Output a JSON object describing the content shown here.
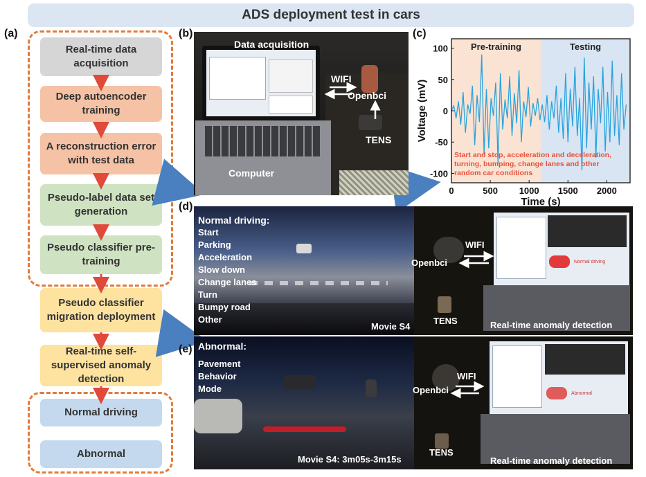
{
  "title": "ADS deployment test in cars",
  "panels": {
    "a": "(a)",
    "b": "(b)",
    "c": "(c)",
    "d": "(d)",
    "e": "(e)"
  },
  "flow": [
    {
      "label": "Real-time data acquisition"
    },
    {
      "label": "Deep autoencoder training"
    },
    {
      "label": "A reconstruction error with test data"
    },
    {
      "label": "Pseudo-label data set generation"
    },
    {
      "label": "Pseudo classifier pre-training"
    },
    {
      "label": "Pseudo classifier migration deployment"
    },
    {
      "label": "Real-time self-supervised anomaly detection"
    },
    {
      "label": "Normal driving"
    },
    {
      "label": "Abnormal"
    }
  ],
  "panel_b": {
    "data_acquisition": "Data acquisition",
    "wifi": "WIFI",
    "openbci": "Openbci",
    "tens": "TENS",
    "computer": "Computer"
  },
  "chart_data": {
    "type": "line",
    "title": "",
    "xlabel": "Time (s)",
    "ylabel": "Voltage (mV)",
    "xlim": [
      0,
      2300
    ],
    "ylim": [
      -115,
      115
    ],
    "xticks": [
      0,
      500,
      1000,
      1500,
      2000
    ],
    "yticks": [
      -100,
      -50,
      0,
      50,
      100
    ],
    "regions": [
      {
        "label": "Pre-training",
        "x": [
          0,
          1150
        ],
        "color": "#fbe3d4"
      },
      {
        "label": "Testing",
        "x": [
          1150,
          2300
        ],
        "color": "#d9e5f3"
      }
    ],
    "annotation": "Start and stop, acceleration and deceleration, turning, bumping, change lanes and other random car conditions",
    "series": [
      {
        "color": "#29a3dc",
        "x": [
          0,
          30,
          60,
          90,
          120,
          150,
          180,
          210,
          240,
          270,
          300,
          330,
          360,
          390,
          420,
          450,
          480,
          510,
          540,
          570,
          600,
          630,
          660,
          690,
          720,
          750,
          780,
          810,
          840,
          870,
          900,
          930,
          960,
          990,
          1020,
          1050,
          1080,
          1110,
          1140,
          1170,
          1200,
          1230,
          1260,
          1290,
          1320,
          1350,
          1380,
          1410,
          1440,
          1470,
          1500,
          1530,
          1560,
          1590,
          1620,
          1650,
          1680,
          1710,
          1740,
          1770,
          1800,
          1830,
          1860,
          1890,
          1920,
          1950,
          1980,
          2010,
          2040,
          2070,
          2100,
          2130,
          2160,
          2190,
          2220,
          2250
        ],
        "y": [
          0,
          8,
          -12,
          15,
          -22,
          30,
          -35,
          10,
          -5,
          40,
          -55,
          25,
          -18,
          90,
          -70,
          35,
          -60,
          20,
          -8,
          45,
          -85,
          60,
          -30,
          18,
          -12,
          55,
          -40,
          28,
          -20,
          65,
          -50,
          15,
          -10,
          38,
          -25,
          12,
          -8,
          20,
          -15,
          10,
          -18,
          25,
          -30,
          15,
          -12,
          40,
          -35,
          20,
          -45,
          60,
          -50,
          35,
          -25,
          70,
          -40,
          20,
          -95,
          85,
          -60,
          45,
          -30,
          55,
          -75,
          35,
          -20,
          70,
          -65,
          30,
          -50,
          80,
          -40,
          25,
          -55,
          60,
          -30,
          10
        ]
      }
    ]
  },
  "panel_d": {
    "header": "Normal driving:",
    "items": [
      "Start",
      "Parking",
      "Acceleration",
      "Slow down",
      "Change lanes",
      "Turn",
      "Bumpy road",
      "Other"
    ],
    "movie": "Movie S4",
    "wifi": "WIFI",
    "openbci": "Openbci",
    "tens": "TENS",
    "detection": "Real-time anomaly detection",
    "screen_text": "Normal driving"
  },
  "panel_e": {
    "header": "Abnormal:",
    "items": [
      "Pavement",
      "Behavior",
      "Mode"
    ],
    "movie": "Movie S4: 3m05s-3m15s",
    "wifi": "WIFI",
    "openbci": "Openbci",
    "tens": "TENS",
    "detection": "Real-time anomaly detection",
    "screen_text": "Abnormal"
  },
  "colors": {
    "arrow": "#e04a3a",
    "dash": "#e07b39",
    "signal": "#29a3dc",
    "big_arrow": "#4a7fc0"
  }
}
